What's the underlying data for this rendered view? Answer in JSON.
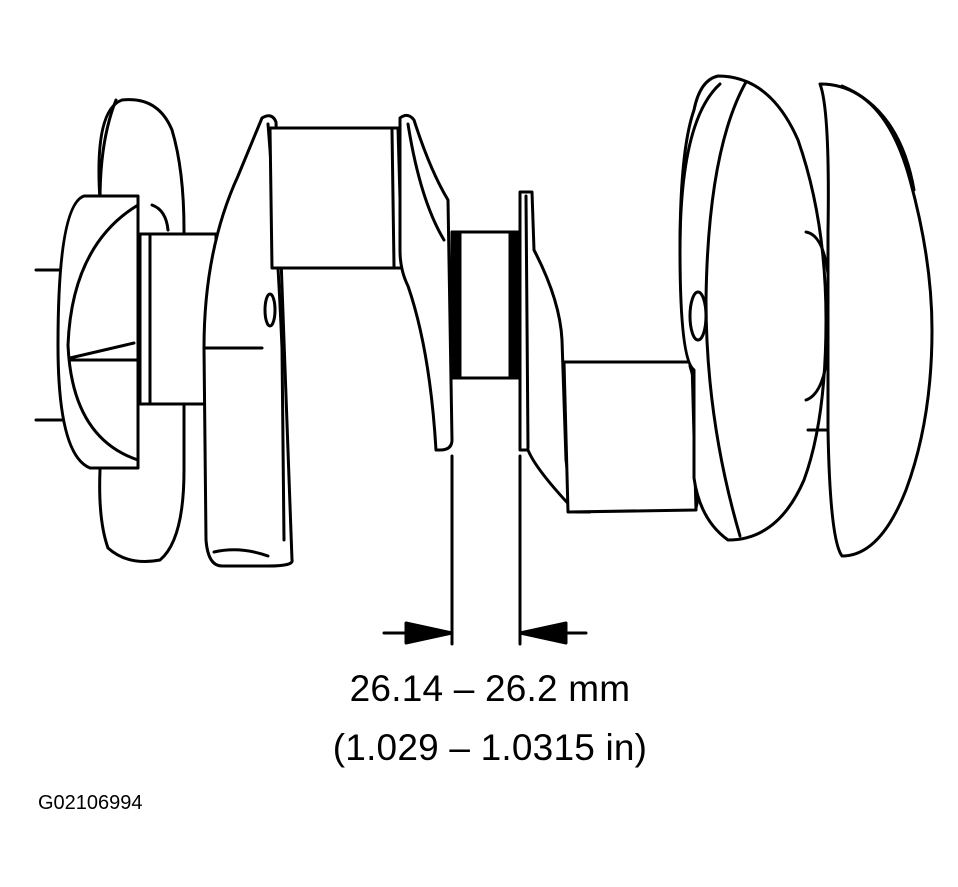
{
  "figure": {
    "subject": "crankshaft",
    "measurement_mm": "26.14 – 26.2 mm",
    "measurement_in": "(1.029 – 1.0315 in)",
    "figure_id": "G02106994"
  },
  "colors": {
    "line": "#000000",
    "background": "#ffffff"
  }
}
